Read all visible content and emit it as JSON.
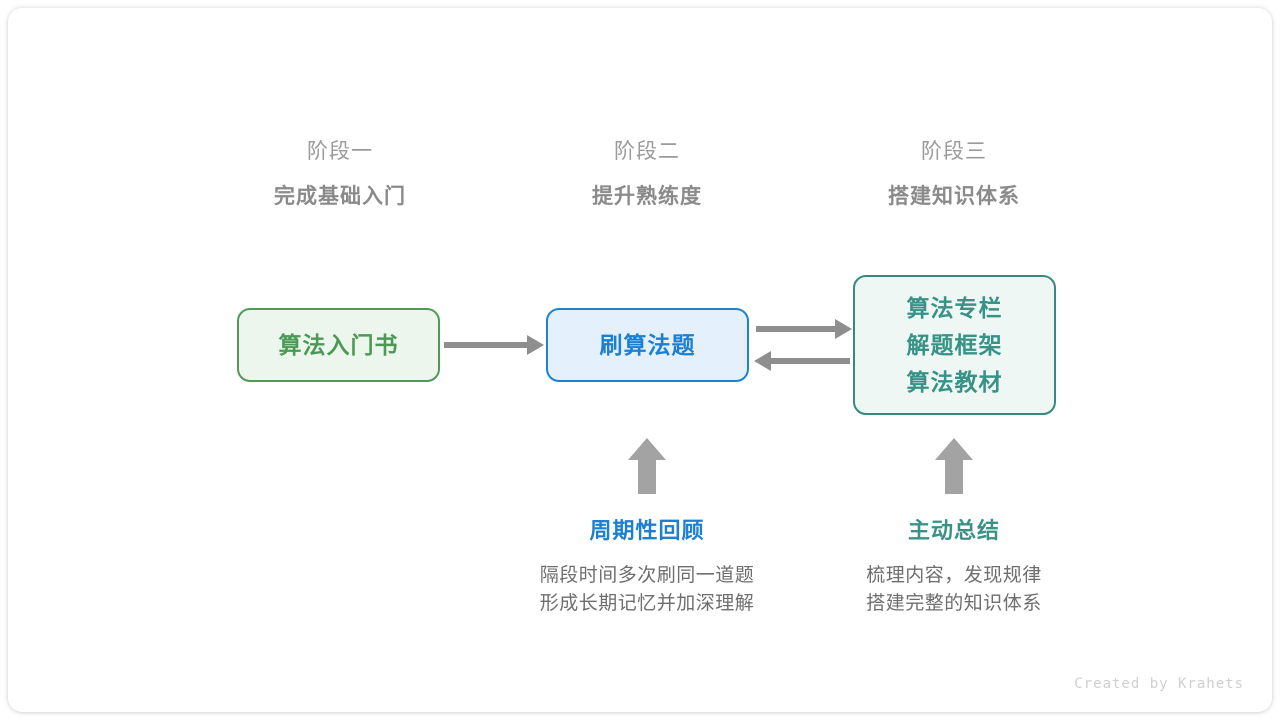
{
  "stages": [
    {
      "sub": "阶段一",
      "title": "完成基础入门"
    },
    {
      "sub": "阶段二",
      "title": "提升熟练度"
    },
    {
      "sub": "阶段三",
      "title": "搭建知识体系"
    }
  ],
  "nodes": {
    "book": {
      "lines": [
        "算法入门书"
      ],
      "color": "#4a9a56",
      "border": "#4f9a58",
      "fill": "#edf6ed"
    },
    "practice": {
      "lines": [
        "刷算法题"
      ],
      "color": "#1d7fd0",
      "border": "#1f82d0",
      "fill": "#e4f1fc"
    },
    "resources": {
      "lines": [
        "算法专栏",
        "解题框架",
        "算法教材"
      ],
      "color": "#389286",
      "border": "#37897f",
      "fill": "#eef7f4"
    }
  },
  "notes": [
    {
      "title": "周期性回顾",
      "title_color": "#1d7fd0",
      "body_line1": "隔段时间多次刷同一道题",
      "body_line2": "形成长期记忆并加深理解"
    },
    {
      "title": "主动总结",
      "title_color": "#3a9287",
      "body_line1": "梳理内容，发现规律",
      "body_line2": "搭建完整的知识体系"
    }
  ],
  "arrow_color": "#8e8e8e",
  "up_arrow_color": "#a3a3a3",
  "credit": "Created by Krahets"
}
